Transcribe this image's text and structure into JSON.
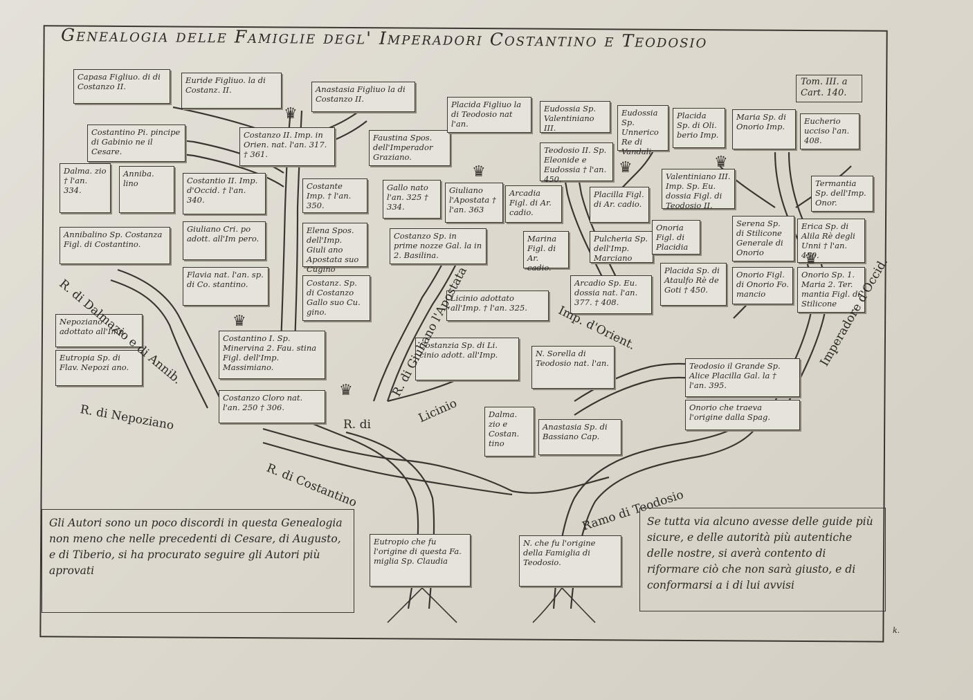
{
  "title": "Genealogia delle Famiglie degl' Imperadori Costantino e Teodosio",
  "reference": "Tom. III. a Cart. 140.",
  "boxes": [
    {
      "text": "Capasa Figliuo. di di Costanzo II."
    },
    {
      "text": "Euride Figliuo. la di Costanz. II."
    },
    {
      "text": "Anastasia Figliuo la di Costanzo II."
    },
    {
      "text": "Costantino Pi. pincipe di Gabinio ne il Cesare."
    },
    {
      "text": "Costanzo II. Imp. in Orien. nat. l'an. 317. † 361."
    },
    {
      "text": "Faustina Spos. dell'Imperador Graziano."
    },
    {
      "text": "Dalma. zio † l'an. 334."
    },
    {
      "text": "Anniba. lino"
    },
    {
      "text": "Costantio II. Imp. d'Occid. † l'an. 340."
    },
    {
      "text": "Costante Imp. † l'an. 350."
    },
    {
      "text": "Gallo nato l'an. 325 † 334."
    },
    {
      "text": "Giuliano l'Apostata † l'an. 363"
    },
    {
      "text": "Arcadia Figl. di Ar. cadio."
    },
    {
      "text": "Giuliano Cri. po adott. all'Im pero."
    },
    {
      "text": "Elena Spos. dell'Imp. Giuli ano Apostata suo Cugino"
    },
    {
      "text": "Annibalino Sp. Costanza Figl. di Costantino."
    },
    {
      "text": "Costanzo Sp. in prime nozze Gal. la in 2. Basilina."
    },
    {
      "text": "Marina Figl. di Ar. cadio."
    },
    {
      "text": "Flavia nat. l'an. sp. di Co. stantino."
    },
    {
      "text": "Costanz. Sp. di Costanzo Gallo suo Cu. gino."
    },
    {
      "text": "Licinio adottato all'Imp. † l'an. 325."
    },
    {
      "text": "Nepoziano adottato all'Imp."
    },
    {
      "text": "Eutropia Sp. di Flav. Nepozi ano."
    },
    {
      "text": "Costantino I. Sp. Minervina 2. Fau. stina Figl. dell'Imp. Massimiano."
    },
    {
      "text": "Costanzia Sp. di Li. cinio adott. all'Imp."
    },
    {
      "text": "Costanzo Cloro nat. l'an. 250 † 306."
    },
    {
      "text": "Dalma. zio e Costan. tino"
    },
    {
      "text": "Anastasia Sp. di Bassiano Cap."
    },
    {
      "text": "Placida Figliuo la di Teodosio nat l'an."
    },
    {
      "text": "Eudossia Sp. Valentiniano III."
    },
    {
      "text": "Teodosio II. Sp. Eleonide e Eudossia † l'an. 450."
    },
    {
      "text": "Eudossia Sp. Unnerico Re di Vandali"
    },
    {
      "text": "Placida Sp. di Oli. berio Imp."
    },
    {
      "text": "Maria Sp. di Onorio Imp."
    },
    {
      "text": "Eucherio ucciso l'an. 408."
    },
    {
      "text": "Placilla Figl. di Ar. cadio."
    },
    {
      "text": "Valentiniano III. Imp. Sp. Eu. dossia Figl. di Teodosio II."
    },
    {
      "text": "Termantia Sp. dell'Imp. Onor."
    },
    {
      "text": "Pulcheria Sp. dell'Imp. Marciano"
    },
    {
      "text": "Onoria Figl. di Placidia"
    },
    {
      "text": "Serena Sp. di Stilicone Generale di Onorio"
    },
    {
      "text": "Erica Sp. di Alila Rè degli Unni † l'an. 450."
    },
    {
      "text": "Arcadio Sp. Eu. dossia nat. l'an. 377. † 408."
    },
    {
      "text": "Placida Sp. di Ataulfo Rè de Goti † 450."
    },
    {
      "text": "Onorio Figl. di Onorio Fo. mancio"
    },
    {
      "text": "Onorio Sp. 1. Maria 2. Ter. mantia Figl. di Stilicone"
    },
    {
      "text": "N. Sorella di Teodosio nat. l'an."
    },
    {
      "text": "Teodosio il Grande Sp. Alice Placilla Gal. la † l'an. 395."
    },
    {
      "text": "Onorio che traeva l'origine dalla Spag."
    },
    {
      "text": "Eutropio che fu l'origine di questa Fa. miglia Sp. Claudia"
    },
    {
      "text": "N. che fu l'origine della Famiglia di Teodosio."
    }
  ],
  "labels": [
    {
      "text": "R. di Dalmazio e di Annib."
    },
    {
      "text": "R. di Nepoziano"
    },
    {
      "text": "R. di Costantino"
    },
    {
      "text": "R. di Giuliano l'Apostata"
    },
    {
      "text": "R. di"
    },
    {
      "text": "Licinio"
    },
    {
      "text": "Imp. d'Orient."
    },
    {
      "text": "Imperadore d'Occid."
    },
    {
      "text": "Ramo di Teodosio"
    }
  ],
  "notes": {
    "left": "Gli Autori sono un poco discordi in questa Genealogia non meno che nelle precedenti di Cesare, di Augusto, e di Tiberio, si ha procurato seguire gli Autori più aprovati",
    "right": "Se tutta via alcuno avesse delle guide più sicure, e delle autorità più autentiche delle nostre, si averà contento di riformare ciò che non sarà giusto, e di conformarsi a i di lui avvisi"
  },
  "plate_mark": "k."
}
